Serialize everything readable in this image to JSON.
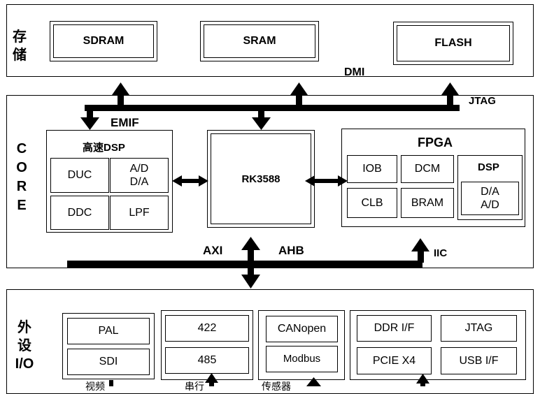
{
  "storage": {
    "label": "存\n储",
    "sdram": "SDRAM",
    "sram": "SRAM",
    "flash": "FLASH",
    "dmi": "DMI"
  },
  "core": {
    "label": "C\nO\nR\nE",
    "jtag": "JTAG",
    "emif": "EMIF",
    "dsp_block": {
      "title": "高速DSP",
      "duc": "DUC",
      "ad_da": "A/D\nD/A",
      "ddc": "DDC",
      "lpf": "LPF"
    },
    "rk3588": "RK3588",
    "fpga_block": {
      "title": "FPGA",
      "iob": "IOB",
      "dcm": "DCM",
      "clb": "CLB",
      "bram": "BRAM",
      "dsp_title": "DSP",
      "da_ad": "D/A\nA/D"
    },
    "axi": "AXI",
    "ahb": "AHB",
    "iic": "IIC"
  },
  "io": {
    "label": "外\n设\nI/O",
    "pal": "PAL",
    "sdi": "SDI",
    "rs422": "422",
    "rs485": "485",
    "canopen": "CANopen",
    "modbus": "Modbus",
    "ddr_if": "DDR I/F",
    "jtag": "JTAG",
    "pcie": "PCIE X4",
    "usb_if": "USB I/F",
    "video": "视频",
    "serial": "串行",
    "sensor": "传感器"
  }
}
